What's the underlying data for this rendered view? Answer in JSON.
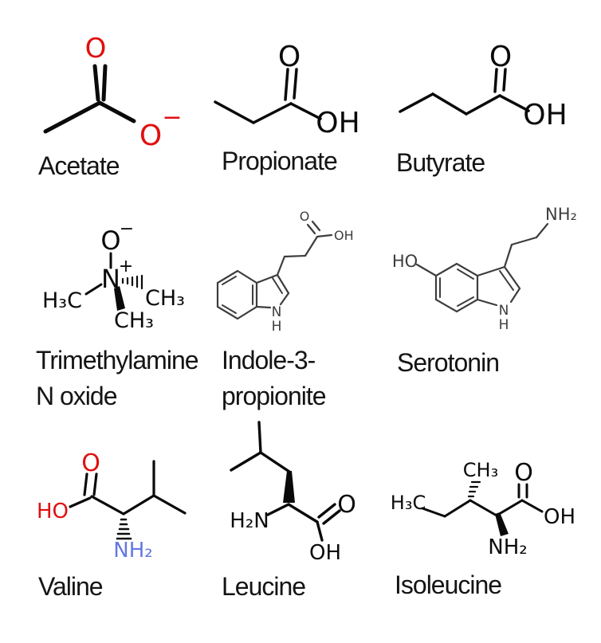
{
  "colors": {
    "black": "#0a0a0a",
    "gray": "#3d3d3d",
    "red": "#e01010",
    "blue": "#6577e2",
    "label": "#141414"
  },
  "molecules": {
    "acetate": {
      "label": "Acetate",
      "atoms": {
        "o": "O",
        "o2": "O",
        "minus": "−"
      }
    },
    "propionate": {
      "label": "Propionate",
      "atoms": {
        "o": "O",
        "oh": "OH"
      }
    },
    "butyrate": {
      "label": "Butyrate",
      "atoms": {
        "o": "O",
        "oh": "OH"
      }
    },
    "tmao": {
      "label_line1": "Trimethylamine",
      "label_line2": "N oxide",
      "atoms": {
        "o": "O",
        "o_charge": "−",
        "n": "N",
        "n_charge": "+",
        "h3c": "H₃C",
        "ch3_right": "CH₃",
        "ch3_down": "CH₃"
      }
    },
    "indole": {
      "label_line1": "Indole-3-",
      "label_line2": "propionite",
      "atoms": {
        "o": "O",
        "oh": "OH",
        "n": "N",
        "h": "H"
      }
    },
    "serotonin": {
      "label": "Serotonin",
      "atoms": {
        "ho": "HO",
        "nh2": "NH₂",
        "n": "N",
        "h": "H"
      }
    },
    "valine": {
      "label": "Valine",
      "atoms": {
        "o": "O",
        "ho": "HO",
        "nh2": "NH₂"
      }
    },
    "leucine": {
      "label": "Leucine",
      "atoms": {
        "h2n": "H₂N",
        "o": "O",
        "oh": "OH"
      }
    },
    "isoleucine": {
      "label": "Isoleucine",
      "atoms": {
        "h3c": "H₃C",
        "ch3": "CH₃",
        "nh2": "NH₂",
        "o": "O",
        "oh": "OH"
      }
    }
  }
}
